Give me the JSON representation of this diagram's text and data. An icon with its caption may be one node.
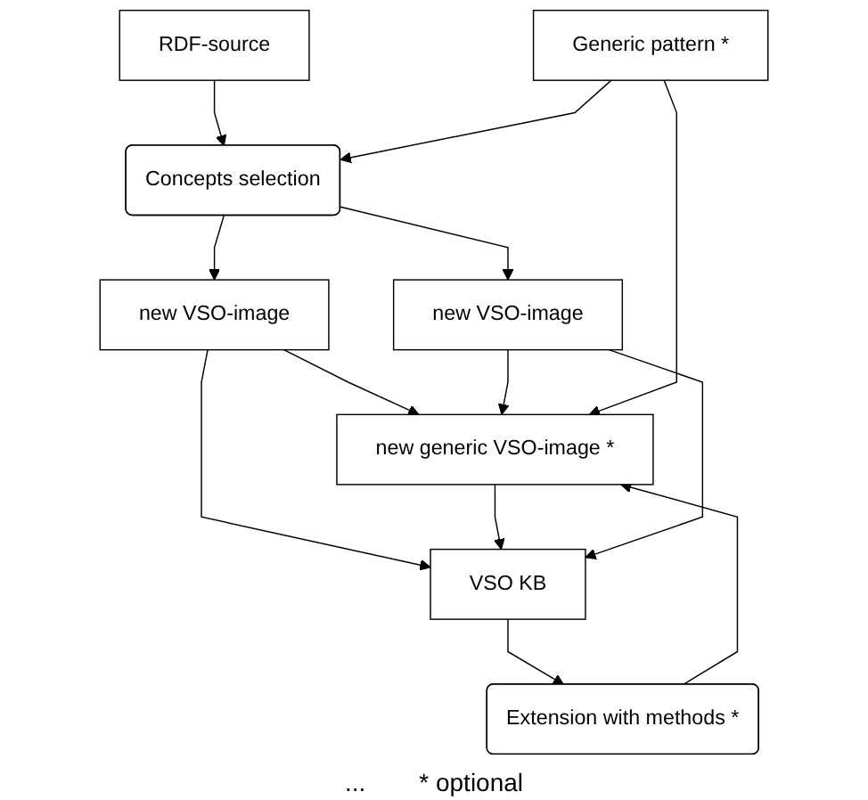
{
  "diagram": {
    "nodes": [
      {
        "text": [
          "RDF-source"
        ]
      },
      {
        "text": [
          "Generic pattern *"
        ]
      },
      {
        "text": [
          "Concepts selection"
        ]
      },
      {
        "text": [
          "new VSO-image"
        ]
      },
      {
        "text": [
          "new VSO-image"
        ]
      },
      {
        "text": [
          "new generic VSO-image *"
        ]
      },
      {
        "text": [
          "VSO KB"
        ]
      },
      {
        "text": [
          "Extension with methods *"
        ]
      }
    ],
    "edges": [
      {
        "from": 0,
        "to": 2,
        "arrow": "to"
      },
      {
        "from": 1,
        "to": 2,
        "arrow": "to"
      },
      {
        "from": 2,
        "to": 3,
        "arrow": "to"
      },
      {
        "from": 2,
        "to": 4,
        "arrow": "to"
      },
      {
        "from": 3,
        "to": 5,
        "arrow": "to"
      },
      {
        "from": 4,
        "to": 5,
        "arrow": "to"
      },
      {
        "from": 1,
        "to": 5,
        "arrow": "to"
      },
      {
        "from": 7,
        "to": 5,
        "arrow": "to"
      },
      {
        "from": 3,
        "to": 6,
        "arrow": "to"
      },
      {
        "from": 5,
        "to": 6,
        "arrow": "to"
      },
      {
        "from": 4,
        "to": 6,
        "arrow": "to"
      },
      {
        "from": 6,
        "to": 7,
        "arrow": "to"
      }
    ],
    "labels": [
      "...",
      "* optional"
    ]
  }
}
